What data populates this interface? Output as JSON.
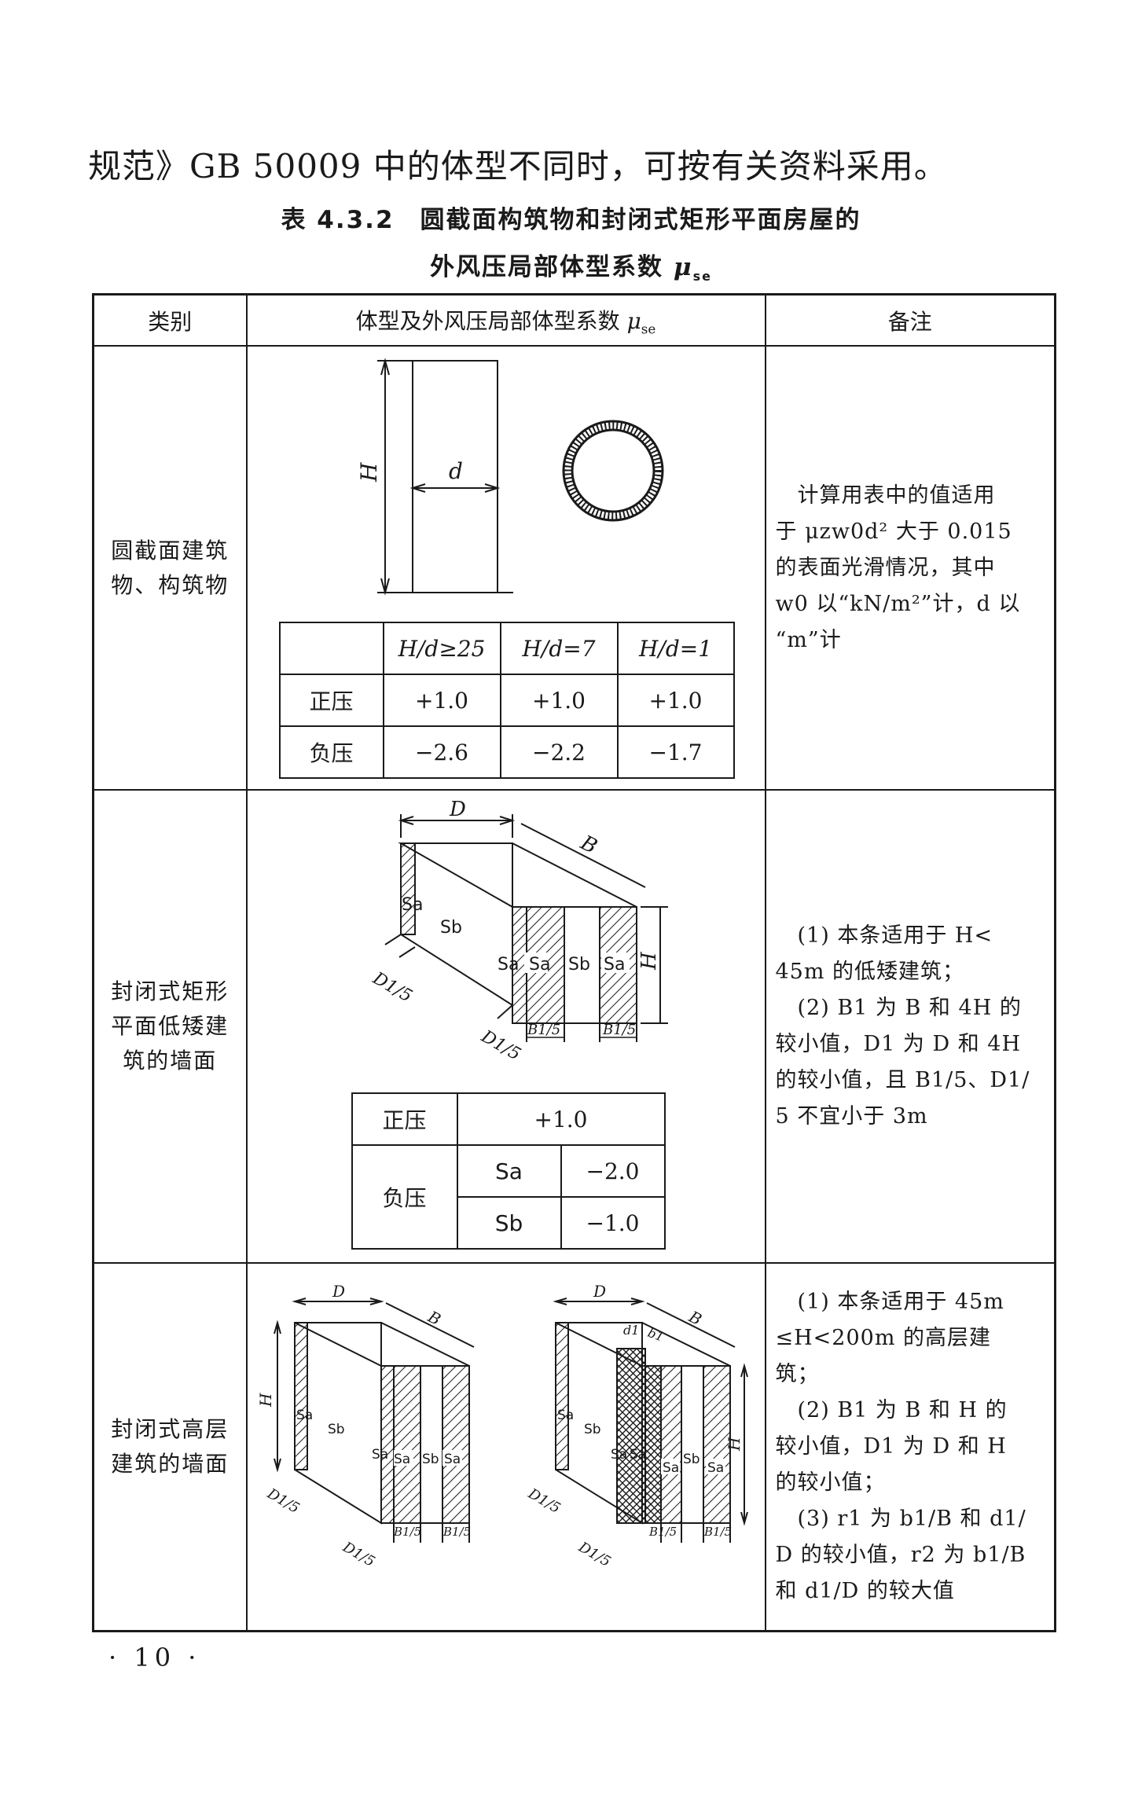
{
  "intro_line": "规范》GB 50009 中的体型不同时，可按有关资料采用。",
  "table_title": {
    "line1": "表 4.3.2　圆截面构筑物和封闭式矩形平面房屋的",
    "line2": "外风压局部体型系数",
    "symbol": "μ",
    "symbol_sub": "se"
  },
  "header": {
    "col1": "类别",
    "col2": "体型及外风压局部体型系数",
    "col2_symbol": "μ",
    "col2_sub": "se",
    "col3": "备注"
  },
  "rows": [
    {
      "category": "圆截面建筑物、构筑物",
      "note_lines": [
        "计算用表中的值适用",
        "于 μzw0d² 大于 0.015",
        "的表面光滑情况，其中",
        "w0 以“kN/m²”计，d 以",
        "“m”计"
      ],
      "figure_labels": {
        "height": "H",
        "diameter": "d"
      },
      "coef_table": {
        "headers": [
          "",
          "H/d≥25",
          "H/d=7",
          "H/d=1"
        ],
        "rows": [
          {
            "label": "正压",
            "values": [
              "+1.0",
              "+1.0",
              "+1.0"
            ]
          },
          {
            "label": "负压",
            "values": [
              "−2.6",
              "−2.2",
              "−1.7"
            ]
          }
        ]
      }
    },
    {
      "category": "封闭式矩形平面低矮建筑的墙面",
      "note_lines": [
        "(1) 本条适用于 H<",
        "45m 的低矮建筑；",
        "(2) B1 为 B 和 4H 的",
        "较小值，D1 为 D 和 4H",
        "的较小值，且 B1/5、D1/",
        "5 不宜小于 3m"
      ],
      "figure_labels": {
        "D": "D",
        "B": "B",
        "H": "H",
        "Sa": "Sa",
        "Sb": "Sb",
        "D1_5": "D1/5",
        "B1_5": "B1/5"
      },
      "coef_table": {
        "positive_label": "正压",
        "positive_value": "+1.0",
        "negative_label": "负压",
        "negative_rows": [
          {
            "zone": "Sa",
            "value": "−2.0"
          },
          {
            "zone": "Sb",
            "value": "−1.0"
          }
        ]
      }
    },
    {
      "category": "封闭式高层建筑的墙面",
      "note_lines": [
        "(1) 本条适用于 45m",
        "≤H<200m 的高层建",
        "筑；",
        "(2) B1 为 B 和 H 的",
        "较小值，D1 为 D 和 H",
        "的较小值；",
        "(3) r1 为 b1/B 和 d1/",
        "D 的较小值，r2 为 b1/B",
        "和 d1/D 的较大值"
      ],
      "figure_labels": {
        "D": "D",
        "B": "B",
        "H": "H",
        "Sa": "Sa",
        "Sb": "Sb",
        "D1_5": "D1/5",
        "B1_5": "B1/5",
        "d1": "d1",
        "b1": "b1"
      }
    }
  ],
  "page_number": "· 10 ·"
}
